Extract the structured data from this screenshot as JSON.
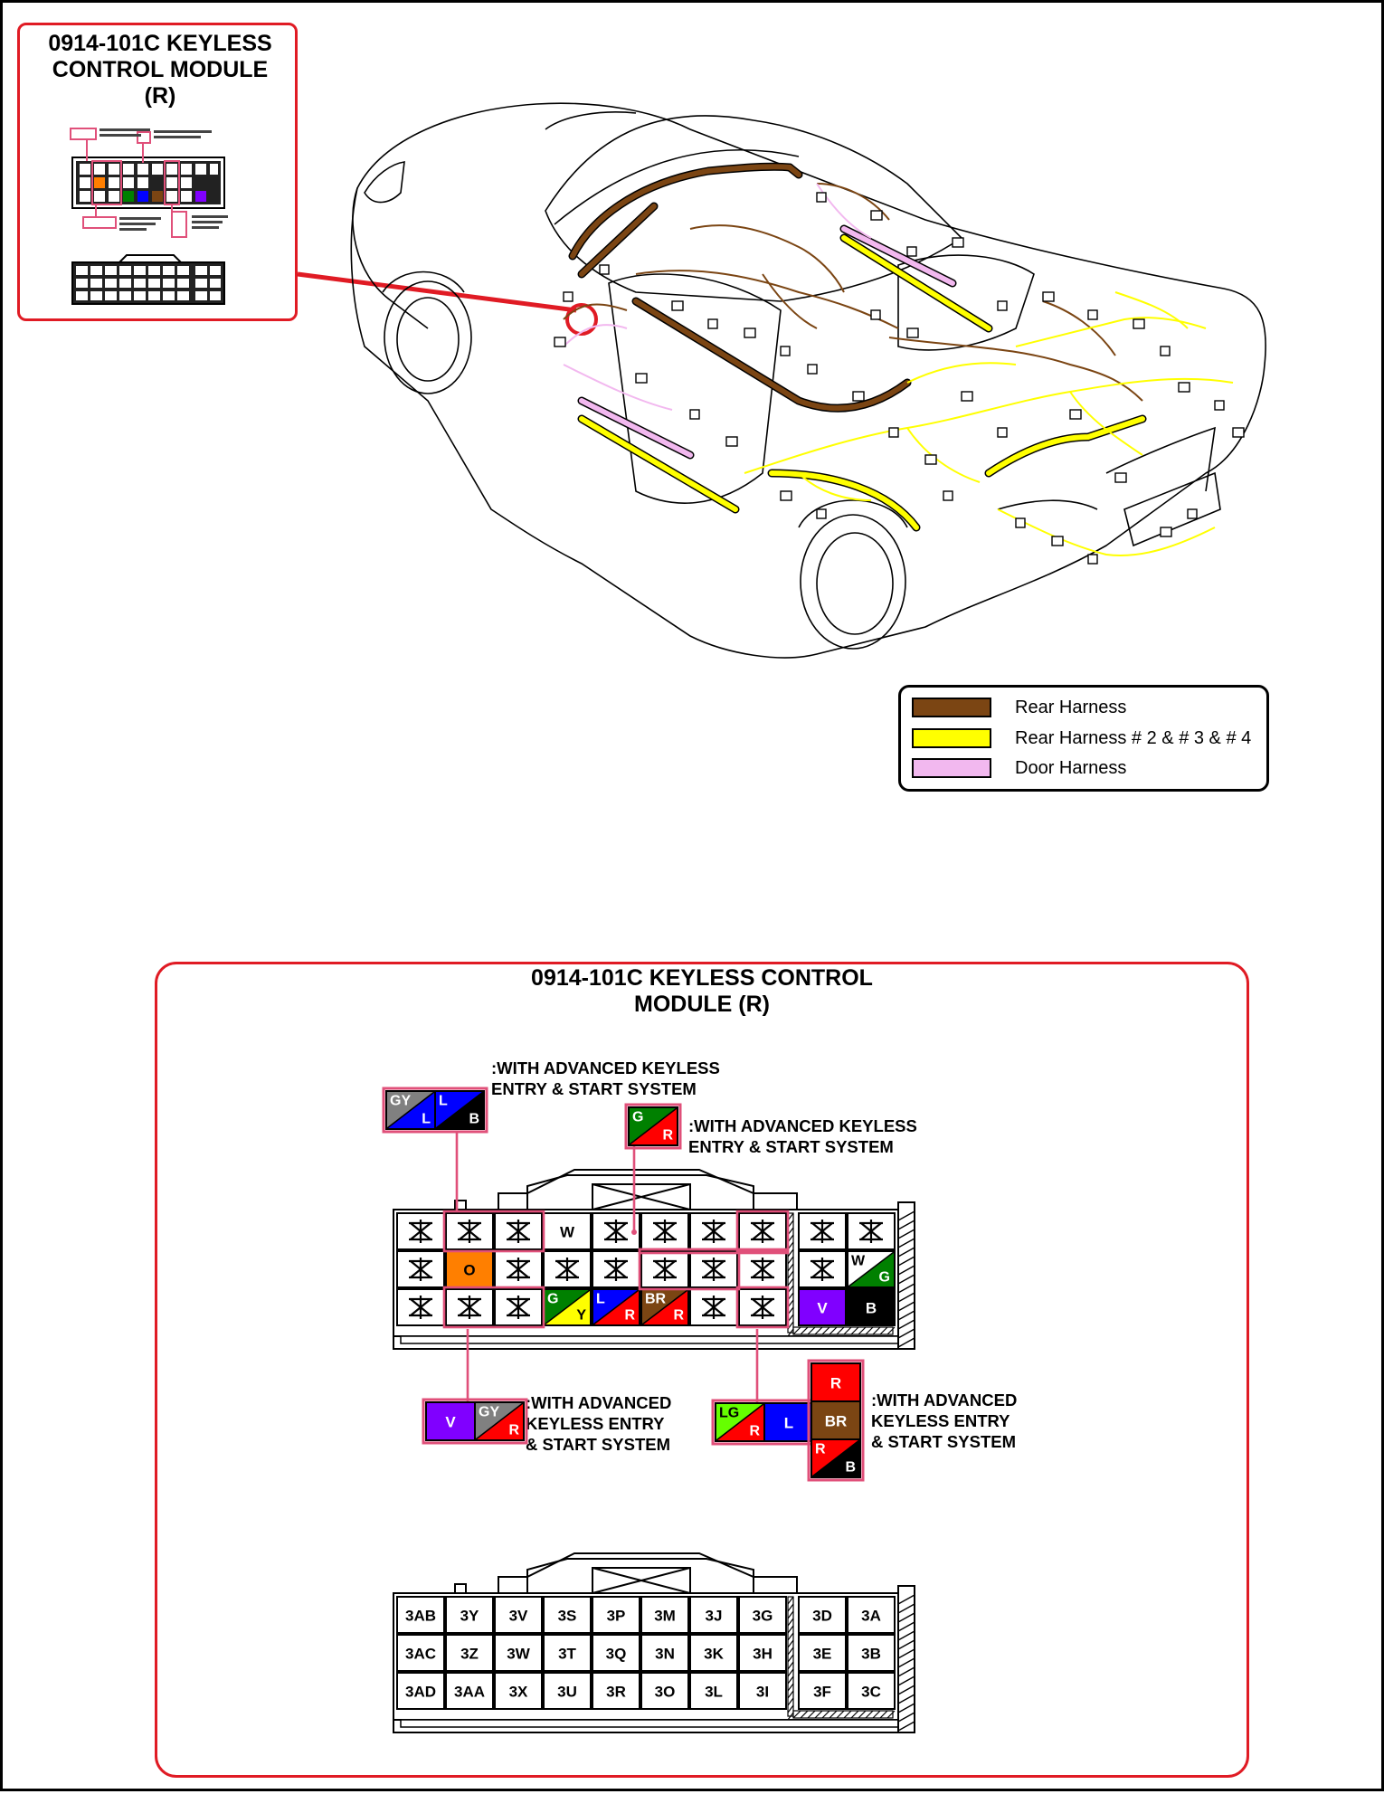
{
  "thumbnail": {
    "title_lines": [
      "0914-101C KEYLESS",
      "CONTROL MODULE",
      "(R)"
    ]
  },
  "legend": {
    "items": [
      {
        "label": "Rear Harness",
        "color": "#7b4513"
      },
      {
        "label": "Rear Harness # 2 & # 3 & # 4",
        "color": "#ffff00"
      },
      {
        "label": "Door Harness",
        "color": "#f2b8ef"
      }
    ]
  },
  "detail": {
    "title_lines": [
      "0914-101C KEYLESS CONTROL",
      "MODULE (R)"
    ],
    "notes": {
      "top_left": [
        ":WITH ADVANCED KEYLESS",
        "ENTRY & START SYSTEM"
      ],
      "top_right": [
        ":WITH ADVANCED KEYLESS",
        "ENTRY & START SYSTEM"
      ],
      "bottom_left": [
        ":WITH ADVANCED",
        "KEYLESS ENTRY",
        "& START SYSTEM"
      ],
      "bottom_right": [
        ":WITH ADVANCED",
        "KEYLESS ENTRY",
        "& START SYSTEM"
      ]
    },
    "wire_grid": [
      [
        "*",
        "*",
        "*",
        "W",
        "*",
        "*",
        "*",
        "*",
        "*",
        "*"
      ],
      [
        "*",
        "O",
        "*",
        "*",
        "*",
        "*",
        "*",
        "*",
        "*",
        "W/G"
      ],
      [
        "*",
        "*",
        "*",
        "G/Y",
        "L/R",
        "BR/R",
        "*",
        "*",
        "V",
        "B"
      ]
    ],
    "pin_grid": [
      [
        "3AB",
        "3Y",
        "3V",
        "3S",
        "3P",
        "3M",
        "3J",
        "3G",
        "3D",
        "3A"
      ],
      [
        "3AC",
        "3Z",
        "3W",
        "3T",
        "3Q",
        "3N",
        "3K",
        "3H",
        "3E",
        "3B"
      ],
      [
        "3AD",
        "3AA",
        "3X",
        "3U",
        "3R",
        "3O",
        "3L",
        "3I",
        "3F",
        "3C"
      ]
    ],
    "callouts": {
      "top_left": [
        "GY/L",
        "L/B"
      ],
      "top_right": [
        "G/R"
      ],
      "bottom_left": [
        "V",
        "GY/R"
      ],
      "bottom_right_row": [
        "LG/R",
        "L"
      ],
      "bottom_right_col": [
        "R",
        "BR",
        "R/B"
      ]
    }
  },
  "colors": {
    "W": "#ffffff",
    "O": "#ff7f00",
    "G": "#008000",
    "Y": "#ffff00",
    "L": "#0000ff",
    "R": "#ff0000",
    "BR": "#7b4513",
    "V": "#8000ff",
    "B": "#000000",
    "GY": "#808080",
    "LG": "#66ff00",
    "frame": "#e01b24",
    "pink": "#e0507a"
  }
}
